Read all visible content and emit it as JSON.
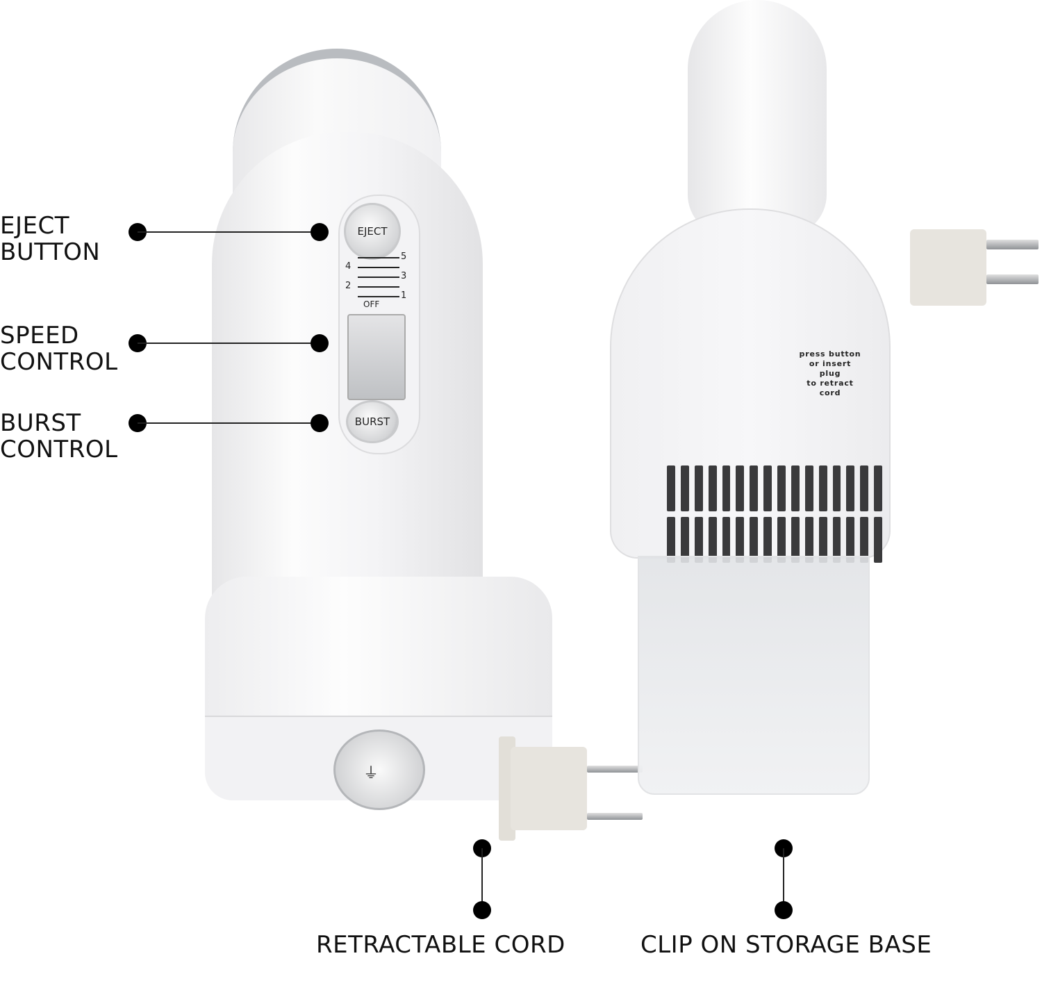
{
  "callouts": {
    "left": [
      {
        "line1": "EJECT",
        "line2": "BUTTON"
      },
      {
        "line1": "SPEED",
        "line2": "CONTROL"
      },
      {
        "line1": "BURST",
        "line2": "CONTROL"
      }
    ],
    "bottom": [
      {
        "label": "RETRACTABLE CORD"
      },
      {
        "label": "CLIP ON STORAGE BASE"
      }
    ]
  },
  "mixer_controls": {
    "eject_label": "EJECT",
    "burst_label": "BURST",
    "off_label": "OFF",
    "speed_scale": {
      "left": [
        "4",
        "2"
      ],
      "right": [
        "5",
        "3",
        "1"
      ]
    }
  },
  "instruction_panel": {
    "text_line1": "press button",
    "text_line2": "or insert plug",
    "text_line3": "to retract cord"
  },
  "colors": {
    "background": "#ffffff",
    "callout": "#000000",
    "mixer_body": "#f4f4f6",
    "chrome": "#b9bcc0",
    "plug": "#e7e4de"
  }
}
